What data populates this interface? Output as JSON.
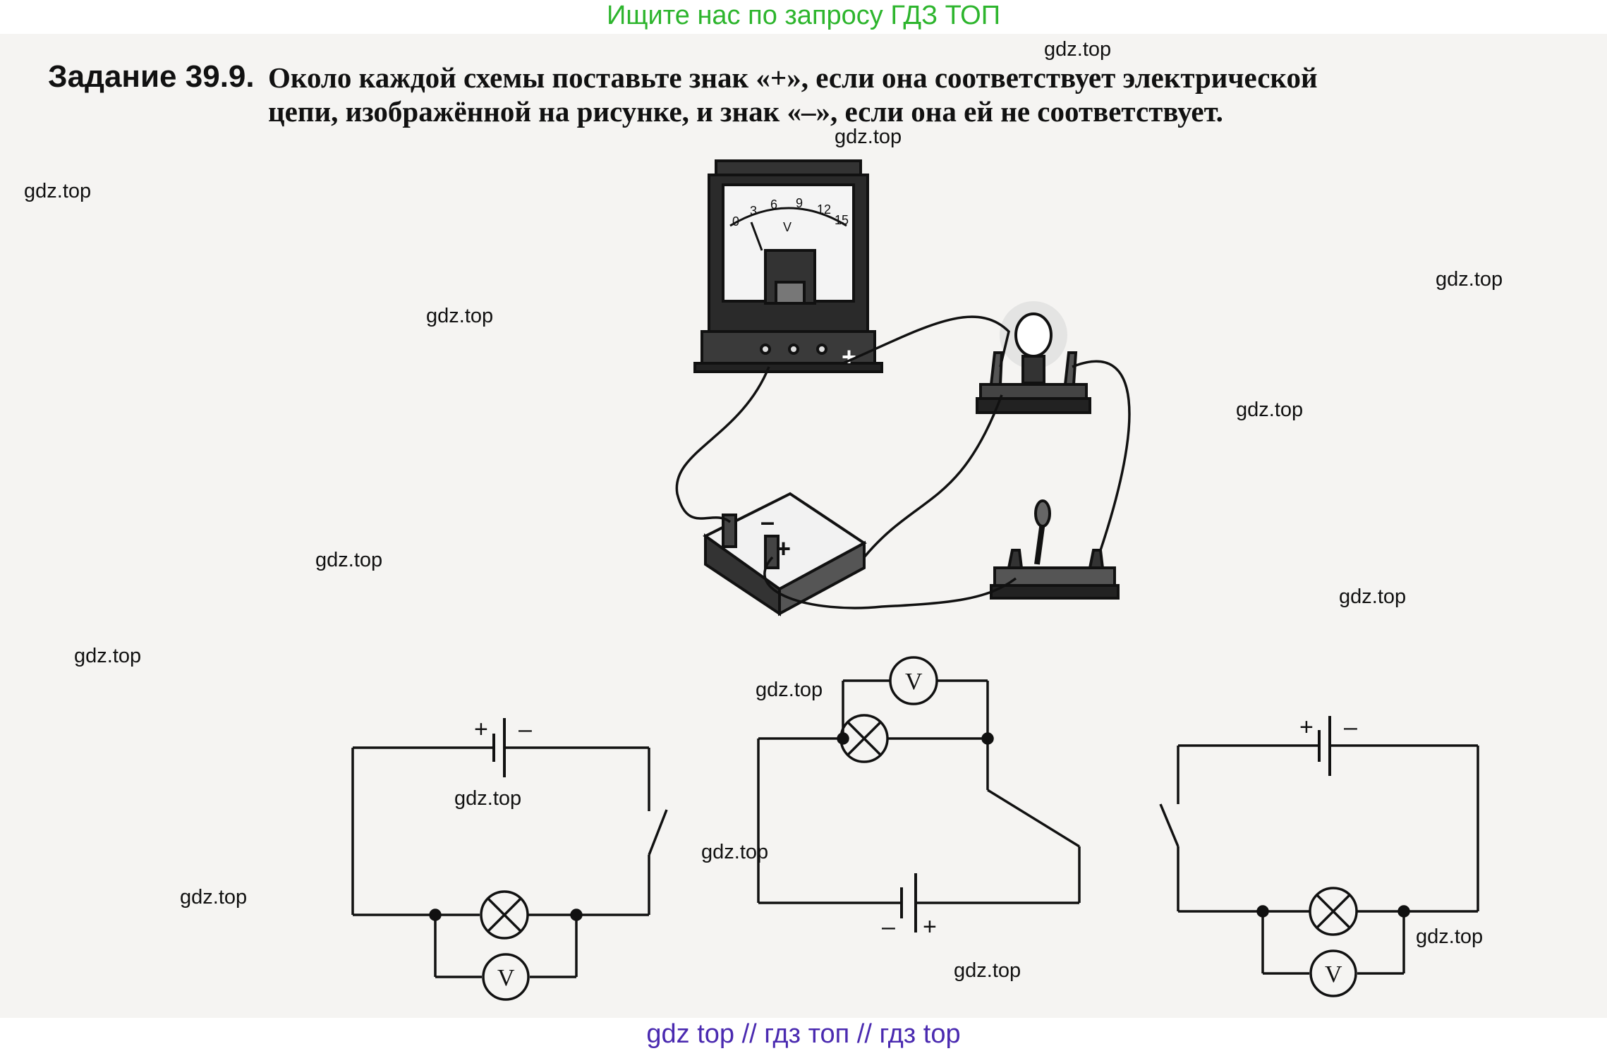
{
  "banners": {
    "top": "Ищите нас по запросу ГДЗ ТОП",
    "bottom": "gdz top  //  гдз топ  //  гдз top"
  },
  "task": {
    "number": "Задание 39.9.",
    "line1": "Около каждой схемы поставьте знак «+», если она соответствует электрической",
    "line2": "цепи, изображённой на рисунке, и знак «–», если она ей не соответствует."
  },
  "watermark": "gdz.top",
  "voltmeter": {
    "scale_ticks": [
      "0",
      "3",
      "6",
      "9",
      "12",
      "15"
    ],
    "unit": "V",
    "terminal_sign": "+"
  },
  "battery_device": {
    "minus": "–",
    "plus": "+"
  },
  "schematics": [
    {
      "plus": "+",
      "minus": "–",
      "meter": "V"
    },
    {
      "plus": "+",
      "minus": "–",
      "meter": "V"
    },
    {
      "plus": "+",
      "minus": "–",
      "meter": "V"
    }
  ],
  "colors": {
    "top_banner": "#2db52d",
    "bottom_banner": "#4a2ab0",
    "ink": "#111111"
  }
}
